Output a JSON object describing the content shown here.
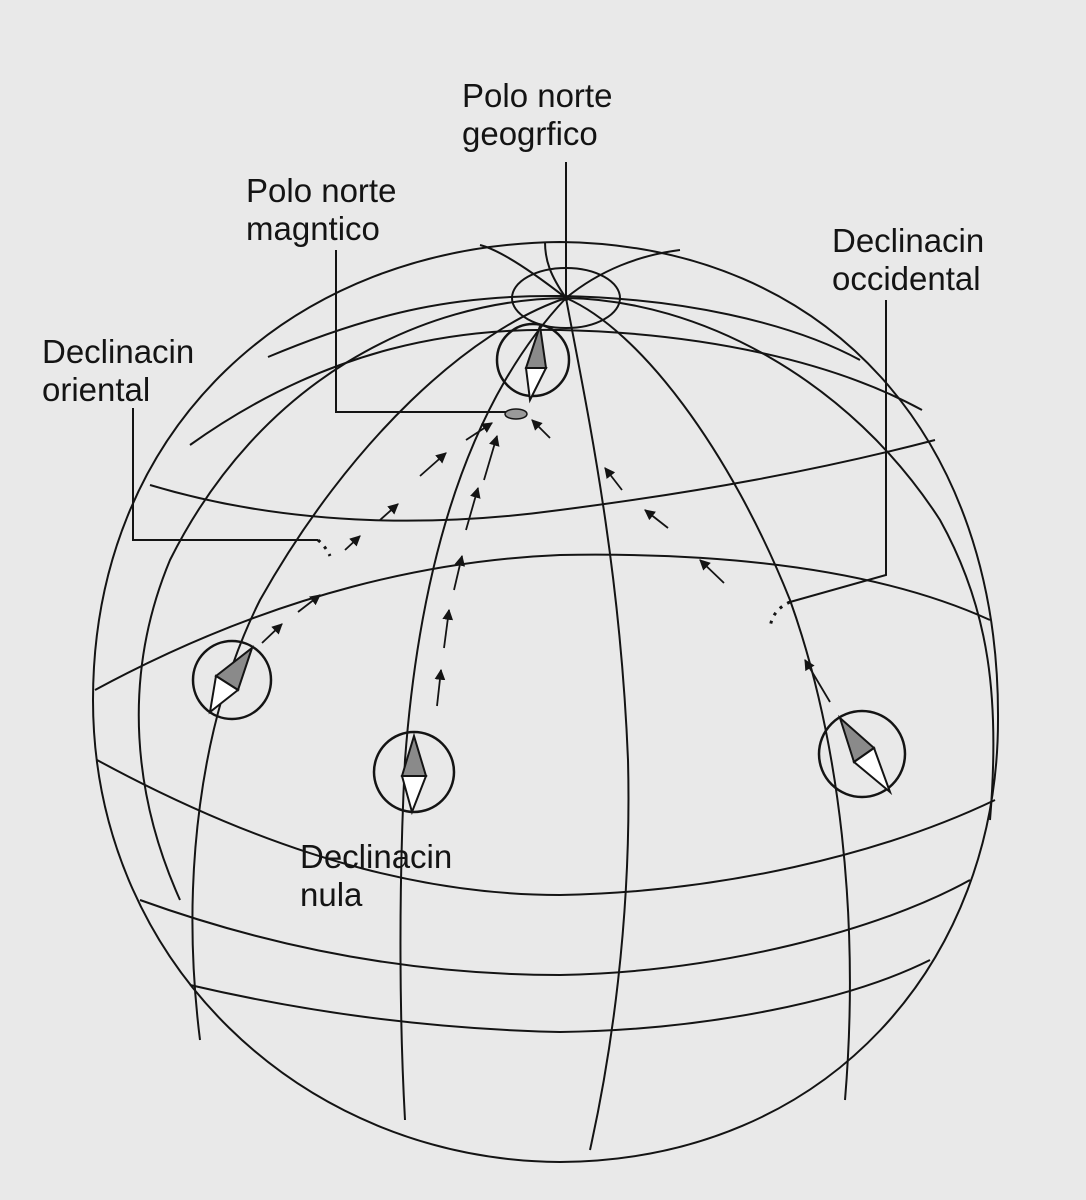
{
  "labels": {
    "geo_north": {
      "line1": "Polo norte",
      "line2": "geogrfico"
    },
    "mag_north": {
      "line1": "Polo norte",
      "line2": "magntico"
    },
    "decl_oriental": {
      "line1": "Declinacin",
      "line2": "oriental"
    },
    "decl_occidental": {
      "line1": "Declinacin",
      "line2": "occidental"
    },
    "decl_nula": {
      "line1": "Declinacin",
      "line2": "nula"
    }
  },
  "colors": {
    "background": "#e9e9e9",
    "ink": "#141414",
    "needle_fill": "#8a8a8a"
  },
  "icons": [
    "compass-icon",
    "arrow-icon"
  ]
}
